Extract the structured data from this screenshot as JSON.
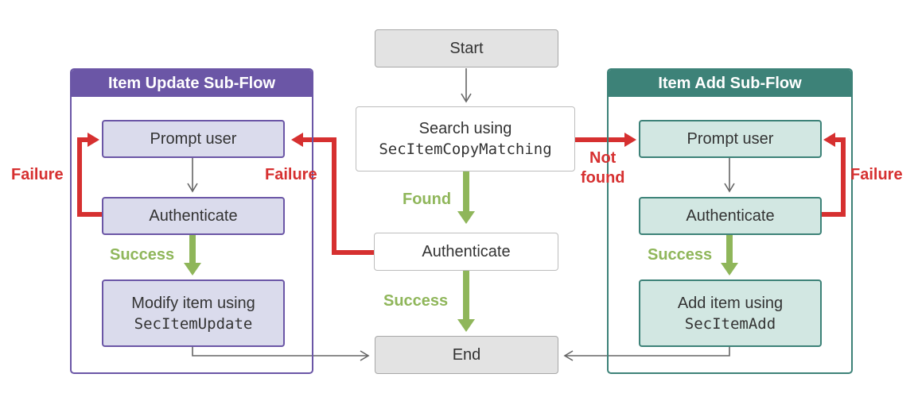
{
  "nodes": {
    "start": "Start",
    "search_line1": "Search using",
    "search_line2": "SecItemCopyMatching",
    "authenticate_main": "Authenticate",
    "end": "End"
  },
  "update_flow": {
    "title": "Item Update Sub-Flow",
    "prompt": "Prompt user",
    "authenticate": "Authenticate",
    "modify_line1": "Modify item using",
    "modify_line2": "SecItemUpdate",
    "failure_label": "Failure",
    "success_label": "Success"
  },
  "add_flow": {
    "title": "Item Add Sub-Flow",
    "prompt": "Prompt user",
    "authenticate": "Authenticate",
    "add_line1": "Add item using",
    "add_line2": "SecItemAdd",
    "failure_label": "Failure",
    "success_label": "Success"
  },
  "edge_labels": {
    "found": "Found",
    "not_found_line1": "Not",
    "not_found_line2": "found",
    "failure_main": "Failure",
    "success_main": "Success"
  },
  "colors": {
    "failure": "#d63030",
    "success": "#8fb65a",
    "update_accent": "#6b56a6",
    "add_accent": "#3d8278",
    "neutral_arrow": "#666666"
  }
}
